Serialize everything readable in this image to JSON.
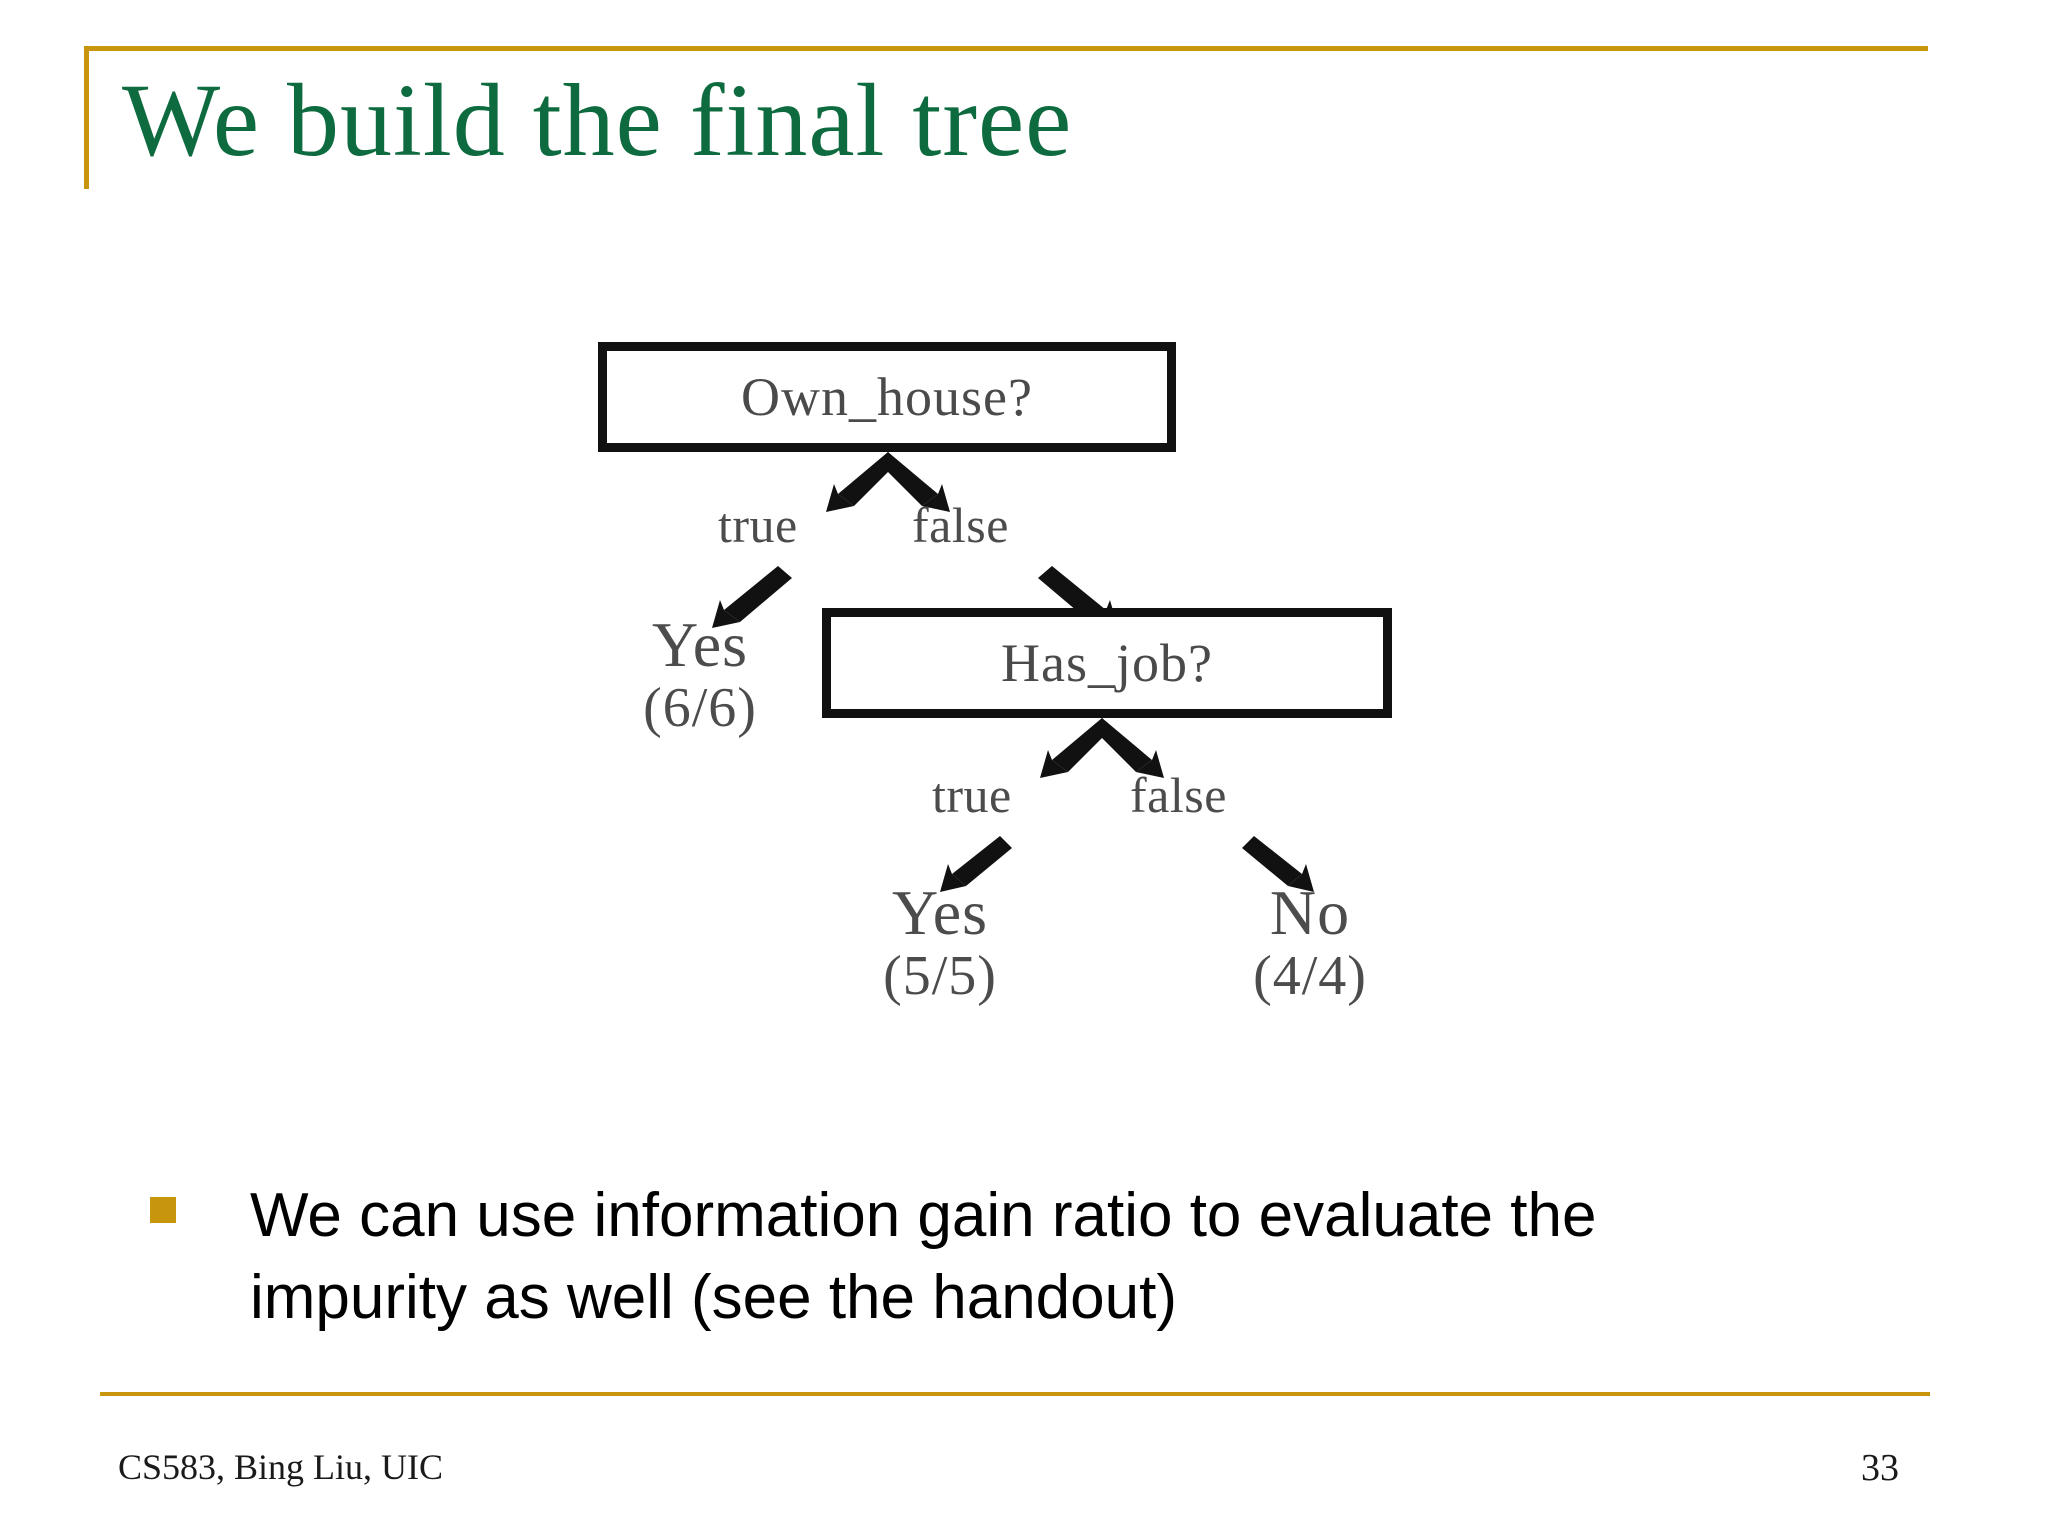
{
  "slide": {
    "title": "We build the final tree",
    "accent_color": "#c8960c",
    "title_color": "#0d6b3f"
  },
  "diagram": {
    "type": "decision-tree",
    "root": {
      "id": "own-house",
      "label": "Own_house?"
    },
    "internal": {
      "id": "has-job",
      "label": "Has_job?"
    },
    "edge_labels": {
      "own_house_true": "true",
      "own_house_false": "false",
      "has_job_true": "true",
      "has_job_false": "false"
    },
    "leaves": [
      {
        "id": "yes-66",
        "name": "Yes",
        "count": "(6/6)"
      },
      {
        "id": "yes-55",
        "name": "Yes",
        "count": "(5/5)"
      },
      {
        "id": "no-44",
        "name": "No",
        "count": "(4/4)"
      }
    ]
  },
  "body": {
    "bullet_text": "We can use information gain ratio to evaluate the impurity as well (see the handout)"
  },
  "footer": {
    "credit": "CS583, Bing Liu, UIC",
    "page_number": "33"
  }
}
